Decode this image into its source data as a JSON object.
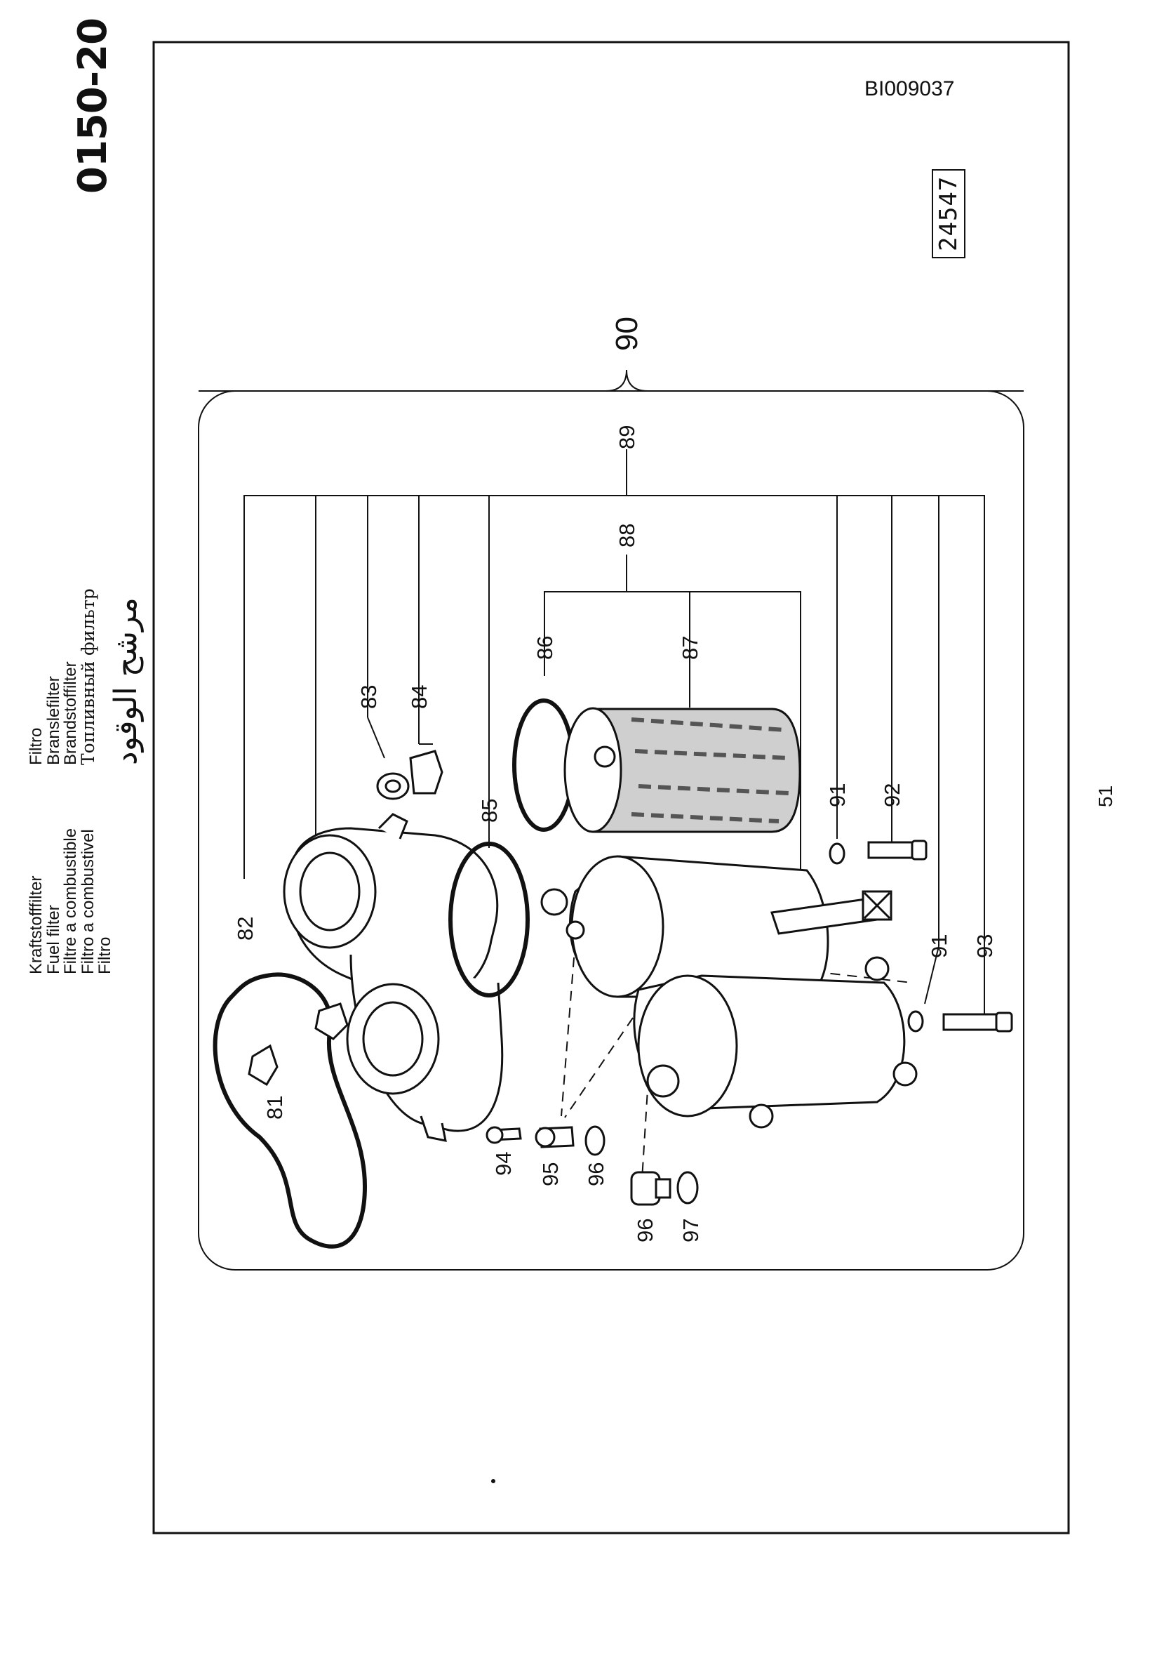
{
  "header": {
    "page_code": "0150-20",
    "document_id": "BI009037",
    "illustration_number": "24547",
    "page_number": "51"
  },
  "titles": {
    "column1": [
      "Kraftstofffilter",
      "Fuel filter",
      "Filtre a combustible",
      "Filtro a combustivel",
      "Filtro"
    ],
    "column2": [
      "Filtro",
      "Branslefilter",
      "Brandstoffilter",
      "Топливный фильтр"
    ],
    "arabic": "مرشح الوقود"
  },
  "callouts": [
    "81",
    "82",
    "83",
    "84",
    "85",
    "86",
    "87",
    "88",
    "89",
    "90",
    "91",
    "91",
    "92",
    "93",
    "94",
    "95",
    "96",
    "96",
    "97"
  ],
  "colors": {
    "ink": "#111111",
    "paper": "#ffffff"
  },
  "icons": [
    "wing-nut-icon",
    "filter-element-icon",
    "filter-bowl-icon",
    "bolt-icon",
    "gasket-icon"
  ]
}
